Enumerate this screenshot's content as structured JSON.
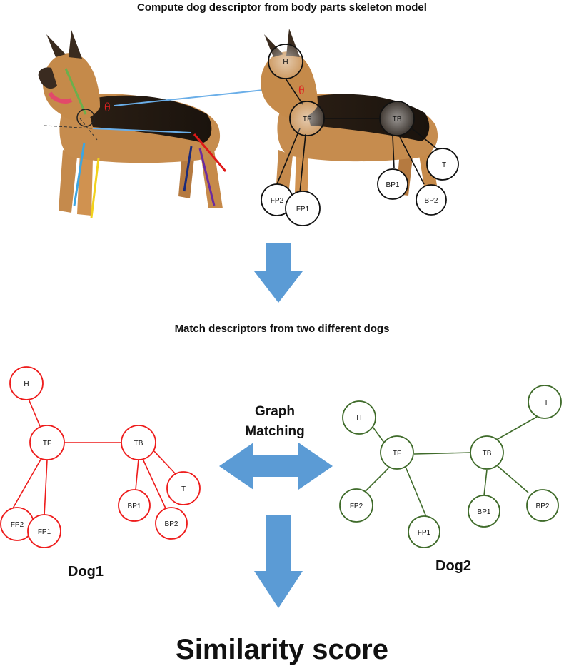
{
  "titles": {
    "top": "Compute dog descriptor from body parts skeleton model",
    "middle": "Match descriptors from two different dogs",
    "bottom": "Similarity score"
  },
  "graph_matching": {
    "line1": "Graph",
    "line2": "Matching"
  },
  "dogs": {
    "dog1_label": "Dog1",
    "dog2_label": "Dog2"
  },
  "angle_symbol": "θ",
  "skeleton_nodes": [
    "H",
    "TF",
    "TB",
    "FP2",
    "FP1",
    "BP1",
    "BP2",
    "T"
  ],
  "colors": {
    "dog1_graph": "#ee1c1c",
    "dog2_graph": "#3f6b2a",
    "arrow": "#5b9bd5",
    "angle": "#e02020"
  }
}
